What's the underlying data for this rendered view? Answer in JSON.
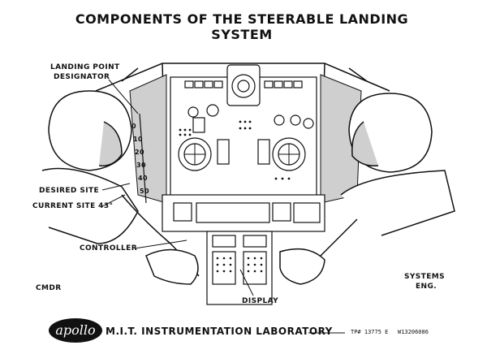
{
  "title": "COMPONENTS OF THE STEERABLE LANDING SYSTEM",
  "labels": {
    "landing_point_designator_1": "LANDING POINT",
    "landing_point_designator_2": "DESIGNATOR",
    "desired_site": "DESIRED SITE",
    "current_site": "CURRENT SITE 43°",
    "controller": "CONTROLLER",
    "cmdr": "CMDR",
    "display": "DISPLAY",
    "systems_eng_1": "SYSTEMS",
    "systems_eng_2": "ENG."
  },
  "designator_scale": [
    "0",
    "10",
    "20",
    "30",
    "40",
    "50"
  ],
  "footer": {
    "logo_text": "apollo",
    "lab_name": "M.I.T. INSTRUMENTATION LABORATORY",
    "tp_number": "TP# 13775 E",
    "w_number": "W13206086"
  },
  "colors": {
    "ink": "#111111",
    "paper": "#ffffff",
    "shade": "#cfcfcf"
  }
}
